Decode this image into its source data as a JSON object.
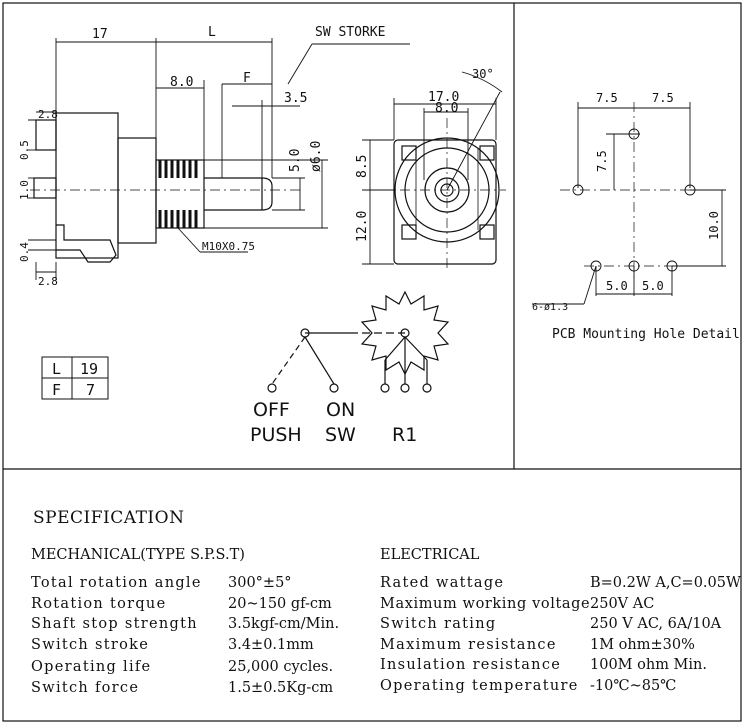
{
  "drawing": {
    "dims": {
      "d17": "17",
      "dL": "L",
      "dSW": "SW STORKE",
      "d30": "30°",
      "d8a": "8.0",
      "dF": "F",
      "d35": "3.5",
      "d5": "5.0",
      "d6": "ø6.0",
      "d28top": "2.8",
      "d05": "0.5",
      "d10": "1.0",
      "d04": "0.4",
      "d28bot": "2.8",
      "m10": "M10X0.75",
      "d170": "17.0",
      "d80b": "8.0",
      "d85": "8.5",
      "d120": "12.0",
      "h75a": "7.5",
      "h75b": "7.5",
      "h75v": "7.5",
      "h100": "10.0",
      "h50a": "5.0",
      "h50b": "5.0",
      "hole": "6-ø1.3",
      "pcb": "PCB Mounting Hole Detail"
    },
    "table": [
      {
        "key": "L",
        "value": "19"
      },
      {
        "key": "F",
        "value": "7"
      }
    ],
    "schematic": {
      "off": "OFF",
      "on": "ON",
      "push": "PUSH",
      "sw": "SW",
      "r1": "R1"
    }
  },
  "spec": {
    "title": "SPECIFICATION",
    "mechanical": {
      "heading": "MECHANICAL(TYPE S.P.S.T)",
      "rows": [
        {
          "label": "Total rotation angle",
          "value": "300°±5°"
        },
        {
          "label": "Rotation torque",
          "value": "20~150 gf-cm"
        },
        {
          "label": "Shaft stop strength",
          "value": "3.5kgf-cm/Min."
        },
        {
          "label": "Switch stroke",
          "value": "3.4±0.1mm"
        },
        {
          "label": "Operating life",
          "value": "25,000 cycles."
        },
        {
          "label": "Switch force",
          "value": "1.5±0.5Kg-cm"
        }
      ]
    },
    "electrical": {
      "heading": "ELECTRICAL",
      "rows": [
        {
          "label": "Rated wattage",
          "value": "B=0.2W A,C=0.05W"
        },
        {
          "label": "Maximum working voltage",
          "value": "250V AC"
        },
        {
          "label": "Switch rating",
          "value": "250 V AC, 6A/10A"
        },
        {
          "label": "Maximum resistance",
          "value": "1M ohm±30%"
        },
        {
          "label": "Insulation resistance",
          "value": "100M ohm Min."
        },
        {
          "label": "Operating temperature",
          "value": "-10℃~85℃"
        }
      ]
    }
  }
}
